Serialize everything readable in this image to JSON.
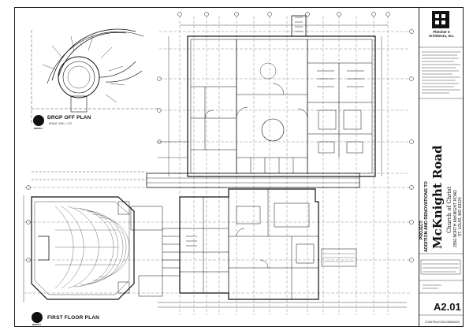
{
  "sheet": {
    "firm_name": "Fletcher II",
    "firm_sub": "Architects, Inc.",
    "project_prefix": "PROJECT:",
    "project_line1": "ADDITION AND RENOVATIONS TO",
    "project_name": "McKnight Road",
    "project_line3": "Church of Christ",
    "project_addr1": "2550 NORTH McKNIGHT ROAD",
    "project_addr2": "ST. LOUIS, MO 63124",
    "sheet_number": "A2.01",
    "sheet_caption": "CONSTRUCTION DRAWINGS"
  },
  "plans": {
    "drop_off_title": "DROP OFF PLAN",
    "drop_off_scale": "SCALE: 1/16\" = 1'-0\"",
    "first_floor_title": "FIRST FLOOR PLAN",
    "north_label": "NORTH"
  },
  "colors": {
    "ink": "#111111",
    "paper": "#ffffff"
  },
  "icons": {
    "logo": "grid-logo-icon",
    "north": "north-arrow-icon"
  }
}
